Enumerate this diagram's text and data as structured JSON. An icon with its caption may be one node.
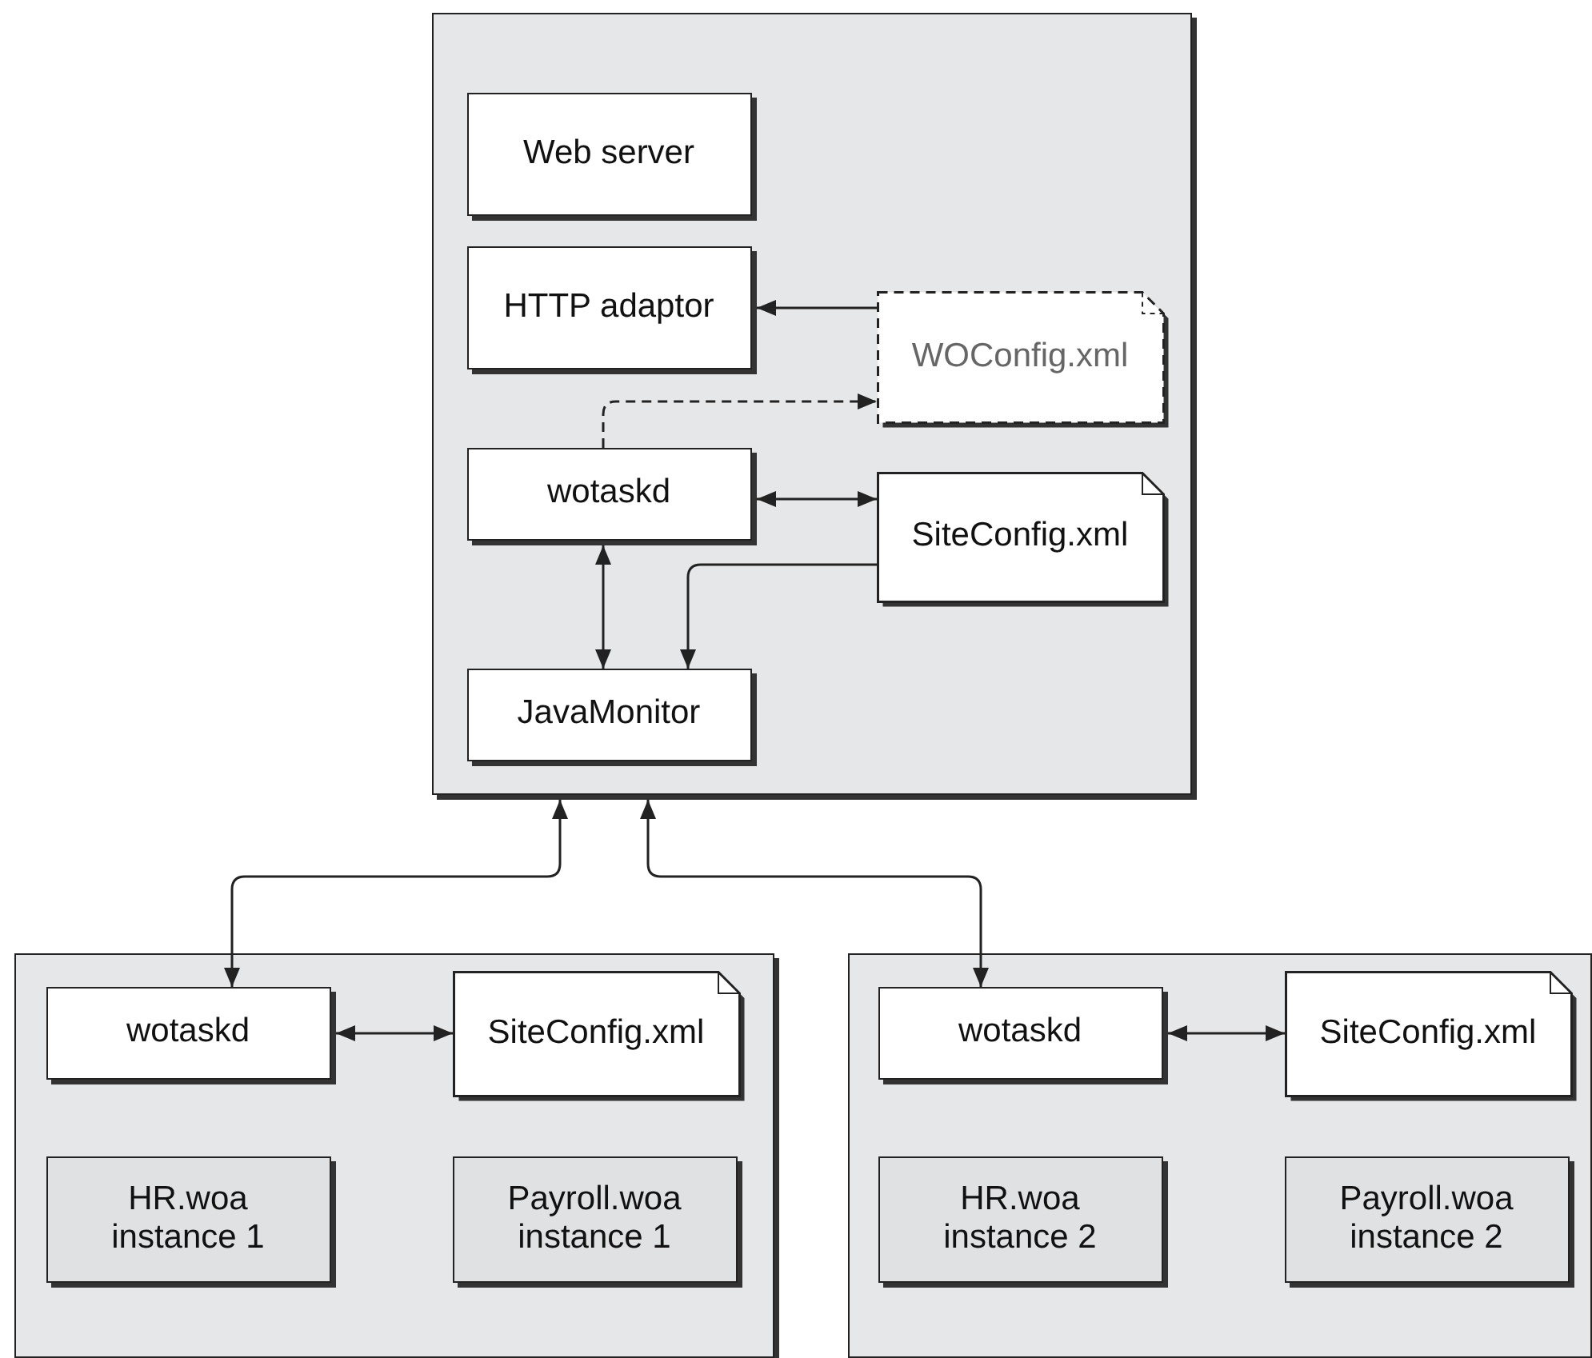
{
  "diagram": {
    "nodes": [
      {
        "text": [],
        "shape": "box"
      },
      {
        "text": [
          "Web server"
        ],
        "in": 0
      },
      {
        "text": [
          "HTTP adaptor"
        ],
        "in": 0
      },
      {
        "text": [
          "WOConfig.xml"
        ],
        "in": 0
      },
      {
        "text": [
          "wotaskd"
        ],
        "in": 0
      },
      {
        "text": [
          "SiteConfig.xml"
        ],
        "in": 0
      },
      {
        "text": [
          "JavaMonitor"
        ],
        "in": 0
      },
      {
        "text": [],
        "shape": "box"
      },
      {
        "text": [
          "wotaskd"
        ],
        "in": 7
      },
      {
        "text": [
          "SiteConfig.xml"
        ],
        "in": 7
      },
      {
        "text": [
          "HR.woa instance 1"
        ],
        "in": 7
      },
      {
        "text": [
          "Payroll.woa instance 1"
        ],
        "in": 7
      },
      {
        "text": [],
        "shape": "box"
      },
      {
        "text": [
          "wotaskd"
        ],
        "in": 12
      },
      {
        "text": [
          "SiteConfig.xml"
        ],
        "in": 12
      },
      {
        "text": [
          "HR.woa instance 2"
        ],
        "in": 12
      },
      {
        "text": [
          "Payroll.woa instance 2"
        ],
        "in": 12
      }
    ],
    "edges": [
      {
        "from": 3,
        "to": 2,
        "arrow": "to"
      },
      {
        "from": 4,
        "to": 3,
        "arrow": "to",
        "style": "dashed"
      },
      {
        "from": 4,
        "to": 5,
        "arrow": "both"
      },
      {
        "from": 4,
        "to": 6,
        "arrow": "both"
      },
      {
        "from": 5,
        "to": 6,
        "arrow": "to"
      },
      {
        "from": 0,
        "to": 8,
        "arrow": "both"
      },
      {
        "from": 0,
        "to": 13,
        "arrow": "both"
      },
      {
        "from": 8,
        "to": 9,
        "arrow": "both"
      },
      {
        "from": 13,
        "to": 14,
        "arrow": "both"
      }
    ]
  }
}
